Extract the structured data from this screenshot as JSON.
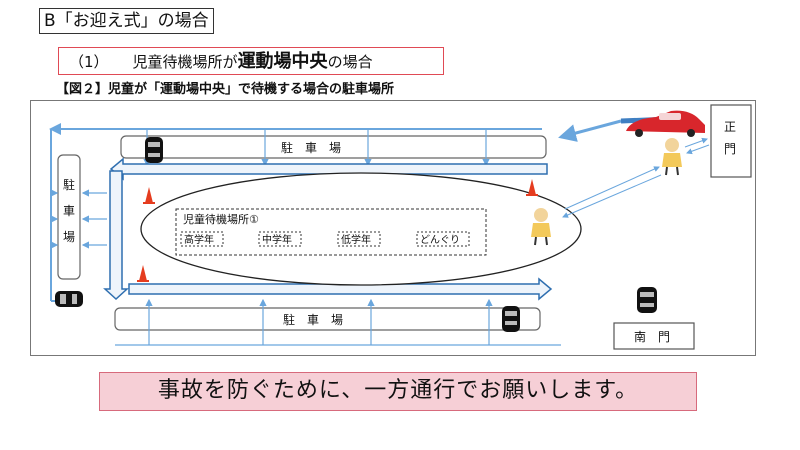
{
  "header": {
    "title": "B「お迎え式」の場合",
    "subtitle_number": "（1）",
    "subtitle_prefix": "児童待機場所が",
    "subtitle_emphasis": "運動場中央",
    "subtitle_suffix": "の場合"
  },
  "figure": {
    "caption": "【図２】児童が「運動場中央」で待機する場合の駐車場所",
    "top_parking": "駐　車　場",
    "bottom_parking": "駐　車　場",
    "left_parking": [
      "駐",
      "車",
      "場"
    ],
    "main_gate": [
      "正",
      "門"
    ],
    "south_gate": "南　門",
    "waiting_area_label": "児童待機場所①",
    "grades": [
      "高学年",
      "中学年",
      "低学年",
      "どんぐり"
    ]
  },
  "notice": "事故を防ぐために、一方通行でお願いします。",
  "colors": {
    "arrow_blue": "#2f6fb0",
    "arrow_light": "#6aa6dd",
    "cone": "#e53c1f",
    "notice_bg": "#f6cfd6",
    "notice_border": "#d76a7c",
    "subtitle_border": "#e04a55",
    "car_red": "#d8262c"
  },
  "icons": [
    "car-black-icon",
    "car-red-icon",
    "traffic-cone-icon",
    "child-icon"
  ]
}
